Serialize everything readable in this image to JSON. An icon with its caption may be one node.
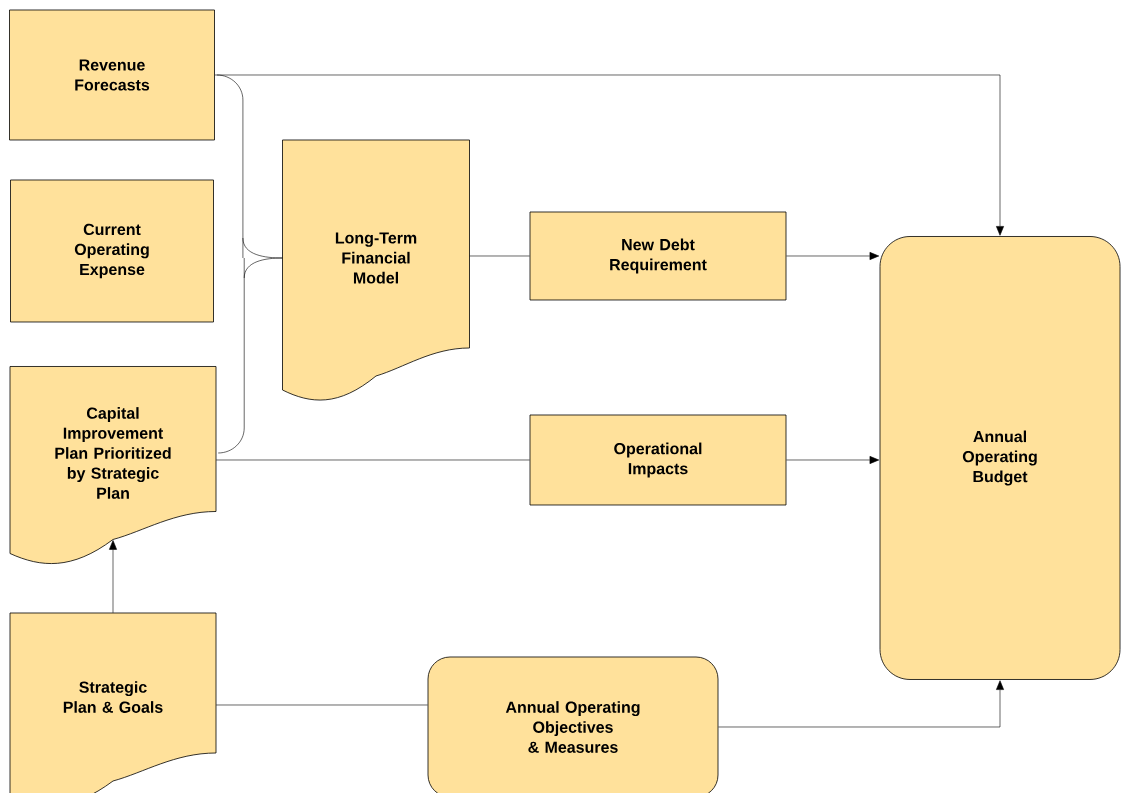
{
  "diagram": {
    "nodes": [
      {
        "text": [
          "Revenue Forecasts"
        ]
      },
      {
        "text": [
          "Current Operating Expense"
        ]
      },
      {
        "text": [
          "Capital Improvement Plan Prioritized by Strategic Plan"
        ]
      },
      {
        "text": [
          "Long-Term Financial Model"
        ]
      },
      {
        "text": [
          "New Debt Requirement"
        ]
      },
      {
        "text": [
          "Operational Impacts"
        ]
      },
      {
        "text": [
          "Annual Operating Budget"
        ]
      },
      {
        "text": [
          "Strategic Plan & Goals"
        ]
      },
      {
        "text": [
          "Annual Operating Objectives & Measures"
        ]
      }
    ],
    "edges": [
      {
        "from": 0,
        "to": 6,
        "arrow": "to"
      },
      {
        "from": 0,
        "to": 3,
        "arrow": "none"
      },
      {
        "from": 2,
        "to": 3,
        "arrow": "none"
      },
      {
        "from": 3,
        "to": 4,
        "arrow": "none"
      },
      {
        "from": 4,
        "to": 6,
        "arrow": "to"
      },
      {
        "from": 2,
        "to": 5,
        "arrow": "none"
      },
      {
        "from": 5,
        "to": 6,
        "arrow": "to"
      },
      {
        "from": 7,
        "to": 2,
        "arrow": "to"
      },
      {
        "from": 7,
        "to": 8,
        "arrow": "none"
      },
      {
        "from": 8,
        "to": 6,
        "arrow": "to"
      }
    ]
  }
}
